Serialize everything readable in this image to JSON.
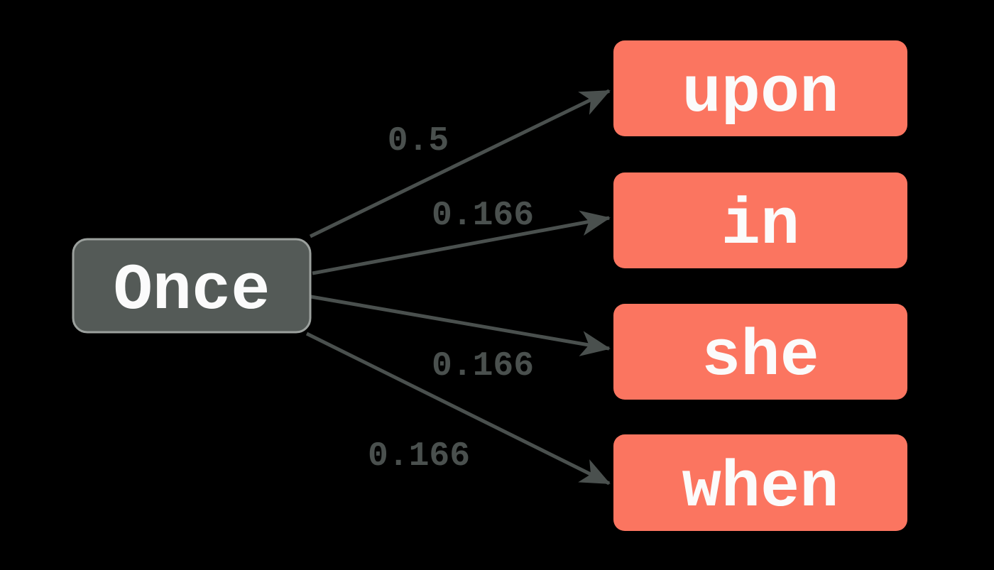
{
  "diagram": {
    "kind": "word-transition-probability-diagram",
    "source_node": {
      "label": "Once"
    },
    "target_nodes": [
      {
        "label": "upon"
      },
      {
        "label": "in"
      },
      {
        "label": "she"
      },
      {
        "label": "when"
      }
    ],
    "edges": [
      {
        "from": "Once",
        "to": "upon",
        "probability": "0.5"
      },
      {
        "from": "Once",
        "to": "in",
        "probability": "0.166"
      },
      {
        "from": "Once",
        "to": "she",
        "probability": "0.166"
      },
      {
        "from": "Once",
        "to": "when",
        "probability": "0.166"
      }
    ]
  },
  "colors": {
    "background": "#000000",
    "source_fill": "#545A57",
    "source_border": "#9BA09D",
    "target_fill": "#FB7560",
    "edge": "#4A504E",
    "text": "#FBFBFB"
  }
}
